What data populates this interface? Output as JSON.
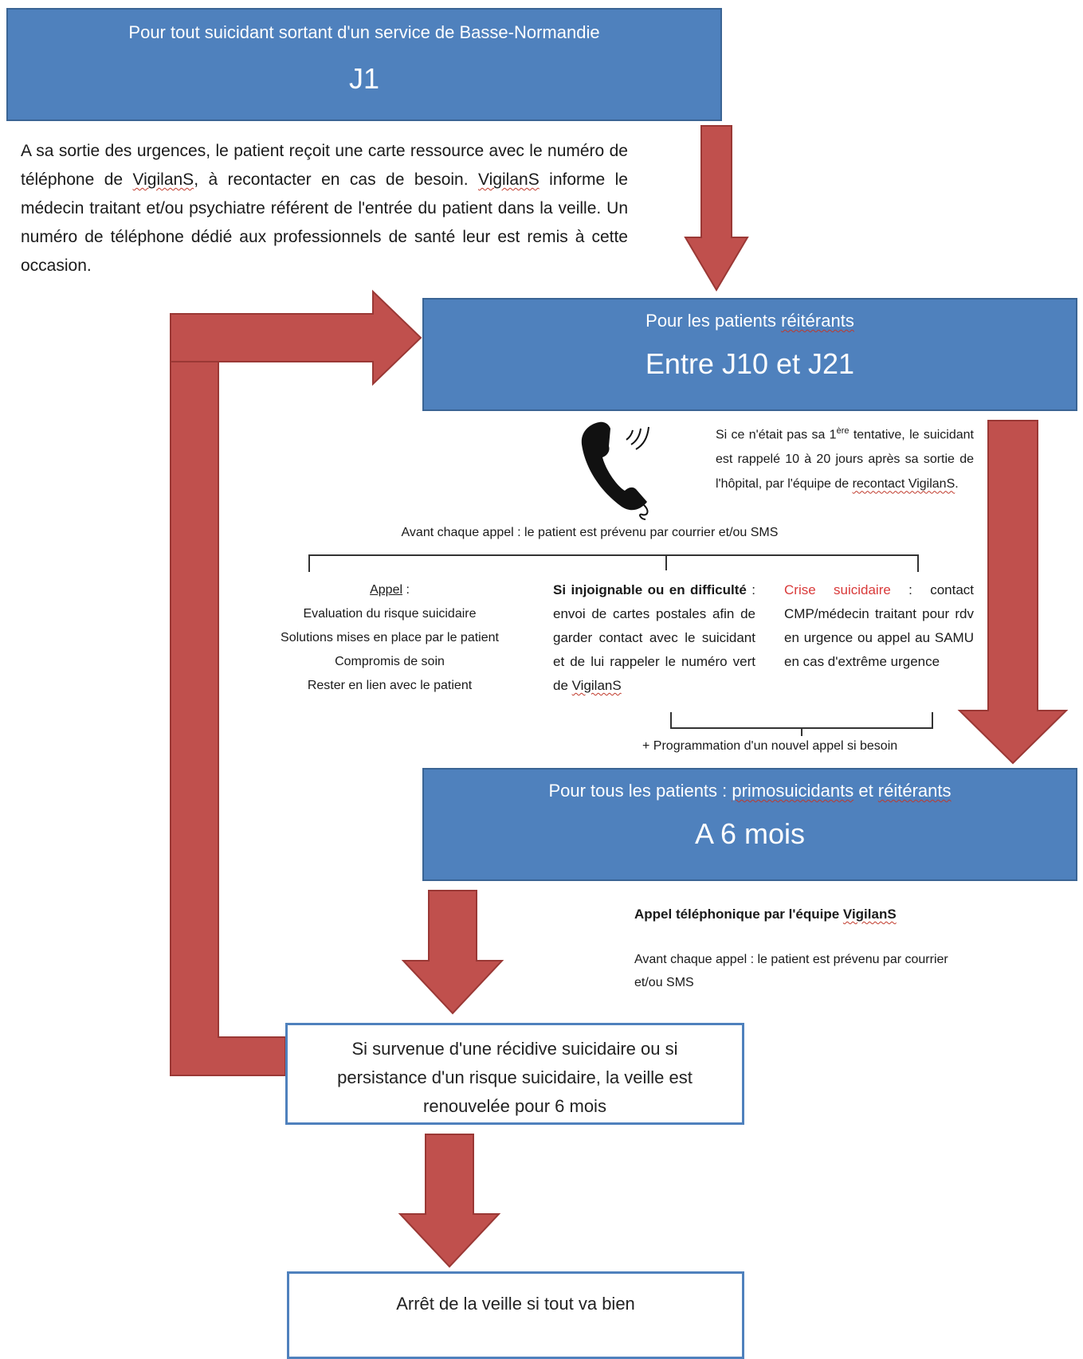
{
  "box_j1": {
    "subtitle": "Pour tout suicidant sortant d'un service de Basse-Normandie",
    "title": "J1"
  },
  "intro": {
    "part1": "A sa sortie des urgences, le patient reçoit une carte ressource avec le numéro de téléphone de ",
    "vigilans": "VigilanS",
    "part2": ", à recontacter en cas de besoin. ",
    "part3": " informe le médecin traitant et/ou psychiatre référent de l'entrée du patient dans la veille. Un numéro de téléphone dédié aux professionnels de santé leur est remis à cette occasion."
  },
  "box_j10": {
    "subtitle_a": "Pour les patients ",
    "subtitle_b": "réitérants",
    "title": "Entre J10 et J21"
  },
  "recall": {
    "part1": "Si ce n'était pas sa 1",
    "sup": "ère",
    "part2": " tentative, le suicidant est rappelé 10 à 20 jours après sa sortie de l'hôpital, par l'équipe de ",
    "team": "recontact VigilanS",
    "end": "."
  },
  "phone_icon": "phone-icon",
  "before_call_1": "Avant chaque appel : le patient est prévenu par courrier et/ou SMS",
  "col_appel": {
    "heading": "Appel",
    "colon": " :",
    "items": [
      "Evaluation du risque suicidaire",
      "Solutions mises en place par le patient",
      "Compromis de soin",
      "Rester en lien avec le patient"
    ]
  },
  "col_injoignable": {
    "bold": "Si injoignable ou en difficulté",
    "text": " : envoi de cartes postales afin de garder contact avec le suicidant et de lui rappeler le numéro vert de ",
    "vigilans": "VigilanS"
  },
  "col_crise": {
    "red": "Crise suicidaire",
    "text": " : contact CMP/médecin traitant pour rdv en urgence ou appel au SAMU en cas d'extrême urgence"
  },
  "new_call": "+ Programmation d'un nouvel appel si besoin",
  "box_6m": {
    "subtitle_a": "Pour tous les patients : ",
    "subtitle_b": "primosuicidants",
    "subtitle_c": " et ",
    "subtitle_d": "réitérants",
    "title": "A 6 mois"
  },
  "call_6m": {
    "label": "Appel téléphonique par l'équipe ",
    "vigilans": "VigilanS",
    "before_call": "Avant chaque appel : le patient est prévenu par courrier et/ou SMS"
  },
  "renew_box": "Si survenue d'une récidive suicidaire ou si persistance d'un risque suicidaire, la veille est renouvelée pour 6 mois",
  "stop_box": "Arrêt de la veille si tout va bien",
  "colors": {
    "box_blue": "#4f81bd",
    "arrow_red": "#c0504d",
    "crisis_red": "#d93a3a"
  }
}
